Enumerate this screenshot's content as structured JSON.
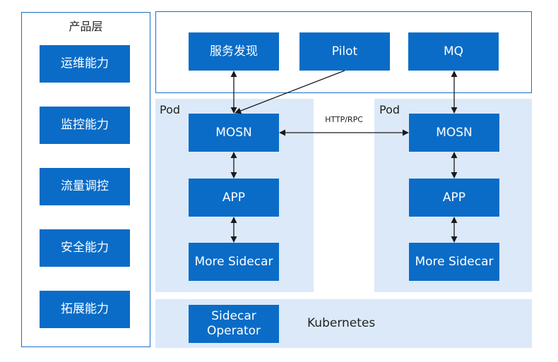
{
  "colors": {
    "box": "#0a6cc7",
    "outline": "#1a6fc4",
    "pod_background": "#dce9f9",
    "arrow": "#1a1a1a"
  },
  "product_layer": {
    "title": "产品层",
    "items": [
      "运维能力",
      "监控能力",
      "流量调控",
      "安全能力",
      "拓展能力"
    ]
  },
  "control_plane": {
    "service_discovery": "服务发现",
    "pilot": "Pilot",
    "mq": "MQ"
  },
  "pods": [
    {
      "label": "Pod",
      "mosn": "MOSN",
      "app": "APP",
      "sidecar": "More Sidecar"
    },
    {
      "label": "Pod",
      "mosn": "MOSN",
      "app": "APP",
      "sidecar": "More Sidecar"
    }
  ],
  "protocol_label": "HTTP/RPC",
  "kubernetes": {
    "operator_line1": "Sidecar",
    "operator_line2": "Operator",
    "label": "Kubernetes"
  }
}
